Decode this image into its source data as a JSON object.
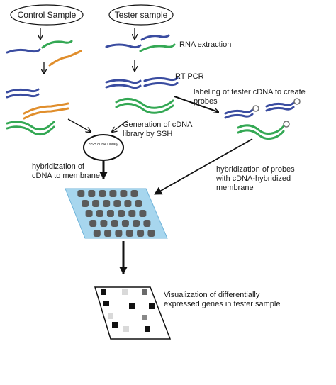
{
  "colors": {
    "blue_strand": "#3a4ca0",
    "green_strand": "#34a854",
    "orange_strand": "#e08e2c",
    "membrane_fill": "#a7d6ee",
    "membrane_stroke": "#6fb3d9",
    "spot_dark": "#5a5a5a",
    "arrow": "#111111"
  },
  "samples": {
    "control": "Control Sample",
    "tester": "Tester sample"
  },
  "steps": {
    "rna_extraction": "RNA extraction",
    "rt_pcr": "RT PCR",
    "labeling": "labeling of tester cDNA to create\nprobes",
    "generation": "Generation of cDNA\nlibrary by SSH",
    "ssh_library": "SSH cDNA\nLibrary",
    "hyb_membrane": "hybridization of\ncDNA to membrane",
    "hyb_probes": "hybridization of probes\nwith cDNA-hybridized\nmembrane",
    "visualization": "Visualization of differentially\nexpressed genes in tester sample"
  },
  "icons": {
    "strands": "cdna-strand-icon",
    "probe_label": "probe-label-ring-icon",
    "membrane": "dot-blot-membrane-icon",
    "result_spots": "expression-spot-icon"
  }
}
